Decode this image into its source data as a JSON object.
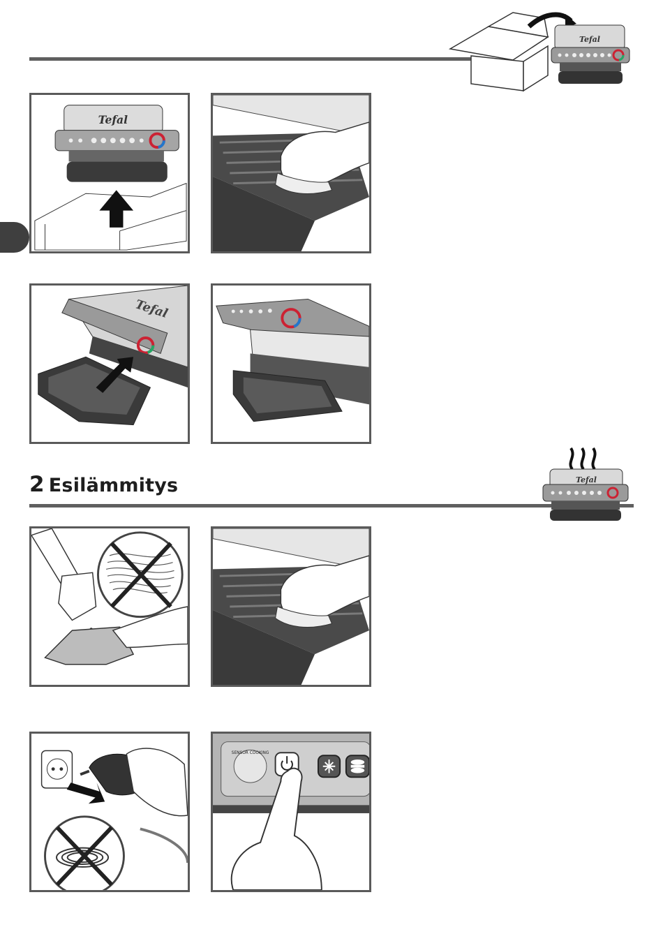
{
  "brand": "Tefal",
  "section": {
    "number": "2",
    "title": "Esilämmitys"
  },
  "sensor_label": "SENSOR COOKING",
  "colors": {
    "rule": "#5f5f5f",
    "panel_border": "#5a5a5a",
    "side_tab": "#3f3f3f"
  },
  "icons": [
    "power-icon",
    "snowflake-icon",
    "sandwich-icon",
    "cross-icon",
    "arrow-icon",
    "steam-icon"
  ]
}
